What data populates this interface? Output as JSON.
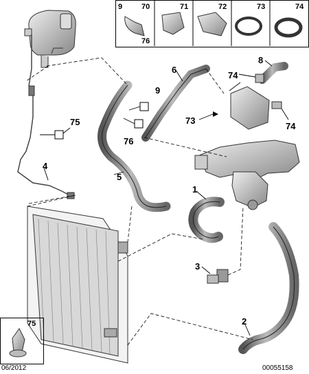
{
  "callouts": {
    "c1": "1",
    "c2": "2",
    "c3": "3",
    "c4": "4",
    "c5": "5",
    "c6": "6",
    "c8": "8",
    "c9": "9",
    "c73": "73",
    "c74a": "74",
    "c74b": "74",
    "c75": "75",
    "c76": "76"
  },
  "legend_top": {
    "cell1_a": "9",
    "cell1_b": "70",
    "cell1_c": "76",
    "cell2": "71",
    "cell3": "72",
    "cell4": "73",
    "cell5": "74"
  },
  "legend_bl": {
    "label": "75"
  },
  "footer": {
    "date": "06/2012",
    "ref": "00055158"
  }
}
